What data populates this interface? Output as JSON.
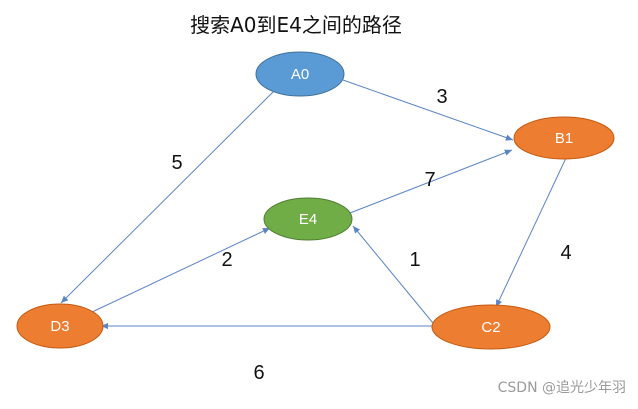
{
  "title": "搜索A0到E4之间的路径",
  "watermark": "CSDN @追光少年羽",
  "colors": {
    "blue": "#5b9bd5",
    "orange": "#ed7d31",
    "green": "#70ad47",
    "edge": "#5b84c4"
  },
  "nodes": {
    "A0": {
      "label": "A0",
      "color": "blue"
    },
    "B1": {
      "label": "B1",
      "color": "orange"
    },
    "C2": {
      "label": "C2",
      "color": "orange"
    },
    "D3": {
      "label": "D3",
      "color": "orange"
    },
    "E4": {
      "label": "E4",
      "color": "green"
    }
  },
  "edges": [
    {
      "from": "A0",
      "to": "B1",
      "weight": "3"
    },
    {
      "from": "A0",
      "to": "D3",
      "weight": "5"
    },
    {
      "from": "E4",
      "to": "B1",
      "weight": "7"
    },
    {
      "from": "B1",
      "to": "C2",
      "weight": "4"
    },
    {
      "from": "D3",
      "to": "E4",
      "weight": "2"
    },
    {
      "from": "C2",
      "to": "E4",
      "weight": "1"
    },
    {
      "from": "C2",
      "to": "D3",
      "weight": "6"
    }
  ]
}
